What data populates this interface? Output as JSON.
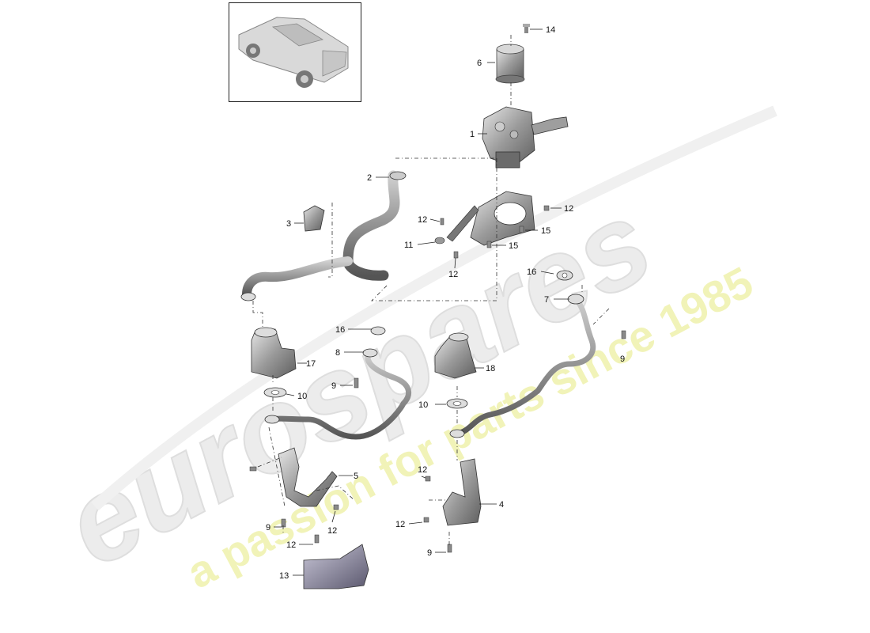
{
  "watermark": {
    "brand": "eurospares",
    "tagline": "a passion for parts since 1985",
    "brand_color": "#e6e6e6",
    "tagline_color": "#eef0a0"
  },
  "callouts": [
    {
      "id": "c1",
      "label": "1"
    },
    {
      "id": "c2",
      "label": "2"
    },
    {
      "id": "c3",
      "label": "3"
    },
    {
      "id": "c4",
      "label": "4"
    },
    {
      "id": "c5",
      "label": "5"
    },
    {
      "id": "c6",
      "label": "6"
    },
    {
      "id": "c7",
      "label": "7"
    },
    {
      "id": "c8",
      "label": "8"
    },
    {
      "id": "c9a",
      "label": "9"
    },
    {
      "id": "c9b",
      "label": "9"
    },
    {
      "id": "c9c",
      "label": "9"
    },
    {
      "id": "c9d",
      "label": "9"
    },
    {
      "id": "c10a",
      "label": "10"
    },
    {
      "id": "c10b",
      "label": "10"
    },
    {
      "id": "c11",
      "label": "11"
    },
    {
      "id": "c12a",
      "label": "12"
    },
    {
      "id": "c12b",
      "label": "12"
    },
    {
      "id": "c12c",
      "label": "12"
    },
    {
      "id": "c12d",
      "label": "12"
    },
    {
      "id": "c12e",
      "label": "12"
    },
    {
      "id": "c12f",
      "label": "12"
    },
    {
      "id": "c12g",
      "label": "12"
    },
    {
      "id": "c13",
      "label": "13"
    },
    {
      "id": "c14",
      "label": "14"
    },
    {
      "id": "c15a",
      "label": "15"
    },
    {
      "id": "c15b",
      "label": "15"
    },
    {
      "id": "c16a",
      "label": "16"
    },
    {
      "id": "c16b",
      "label": "16"
    },
    {
      "id": "c17",
      "label": "17"
    },
    {
      "id": "c18",
      "label": "18"
    }
  ],
  "icons": {
    "vehicle_thumbnail": "car-thumbnail-icon",
    "part_shapes": "part-illustration"
  }
}
